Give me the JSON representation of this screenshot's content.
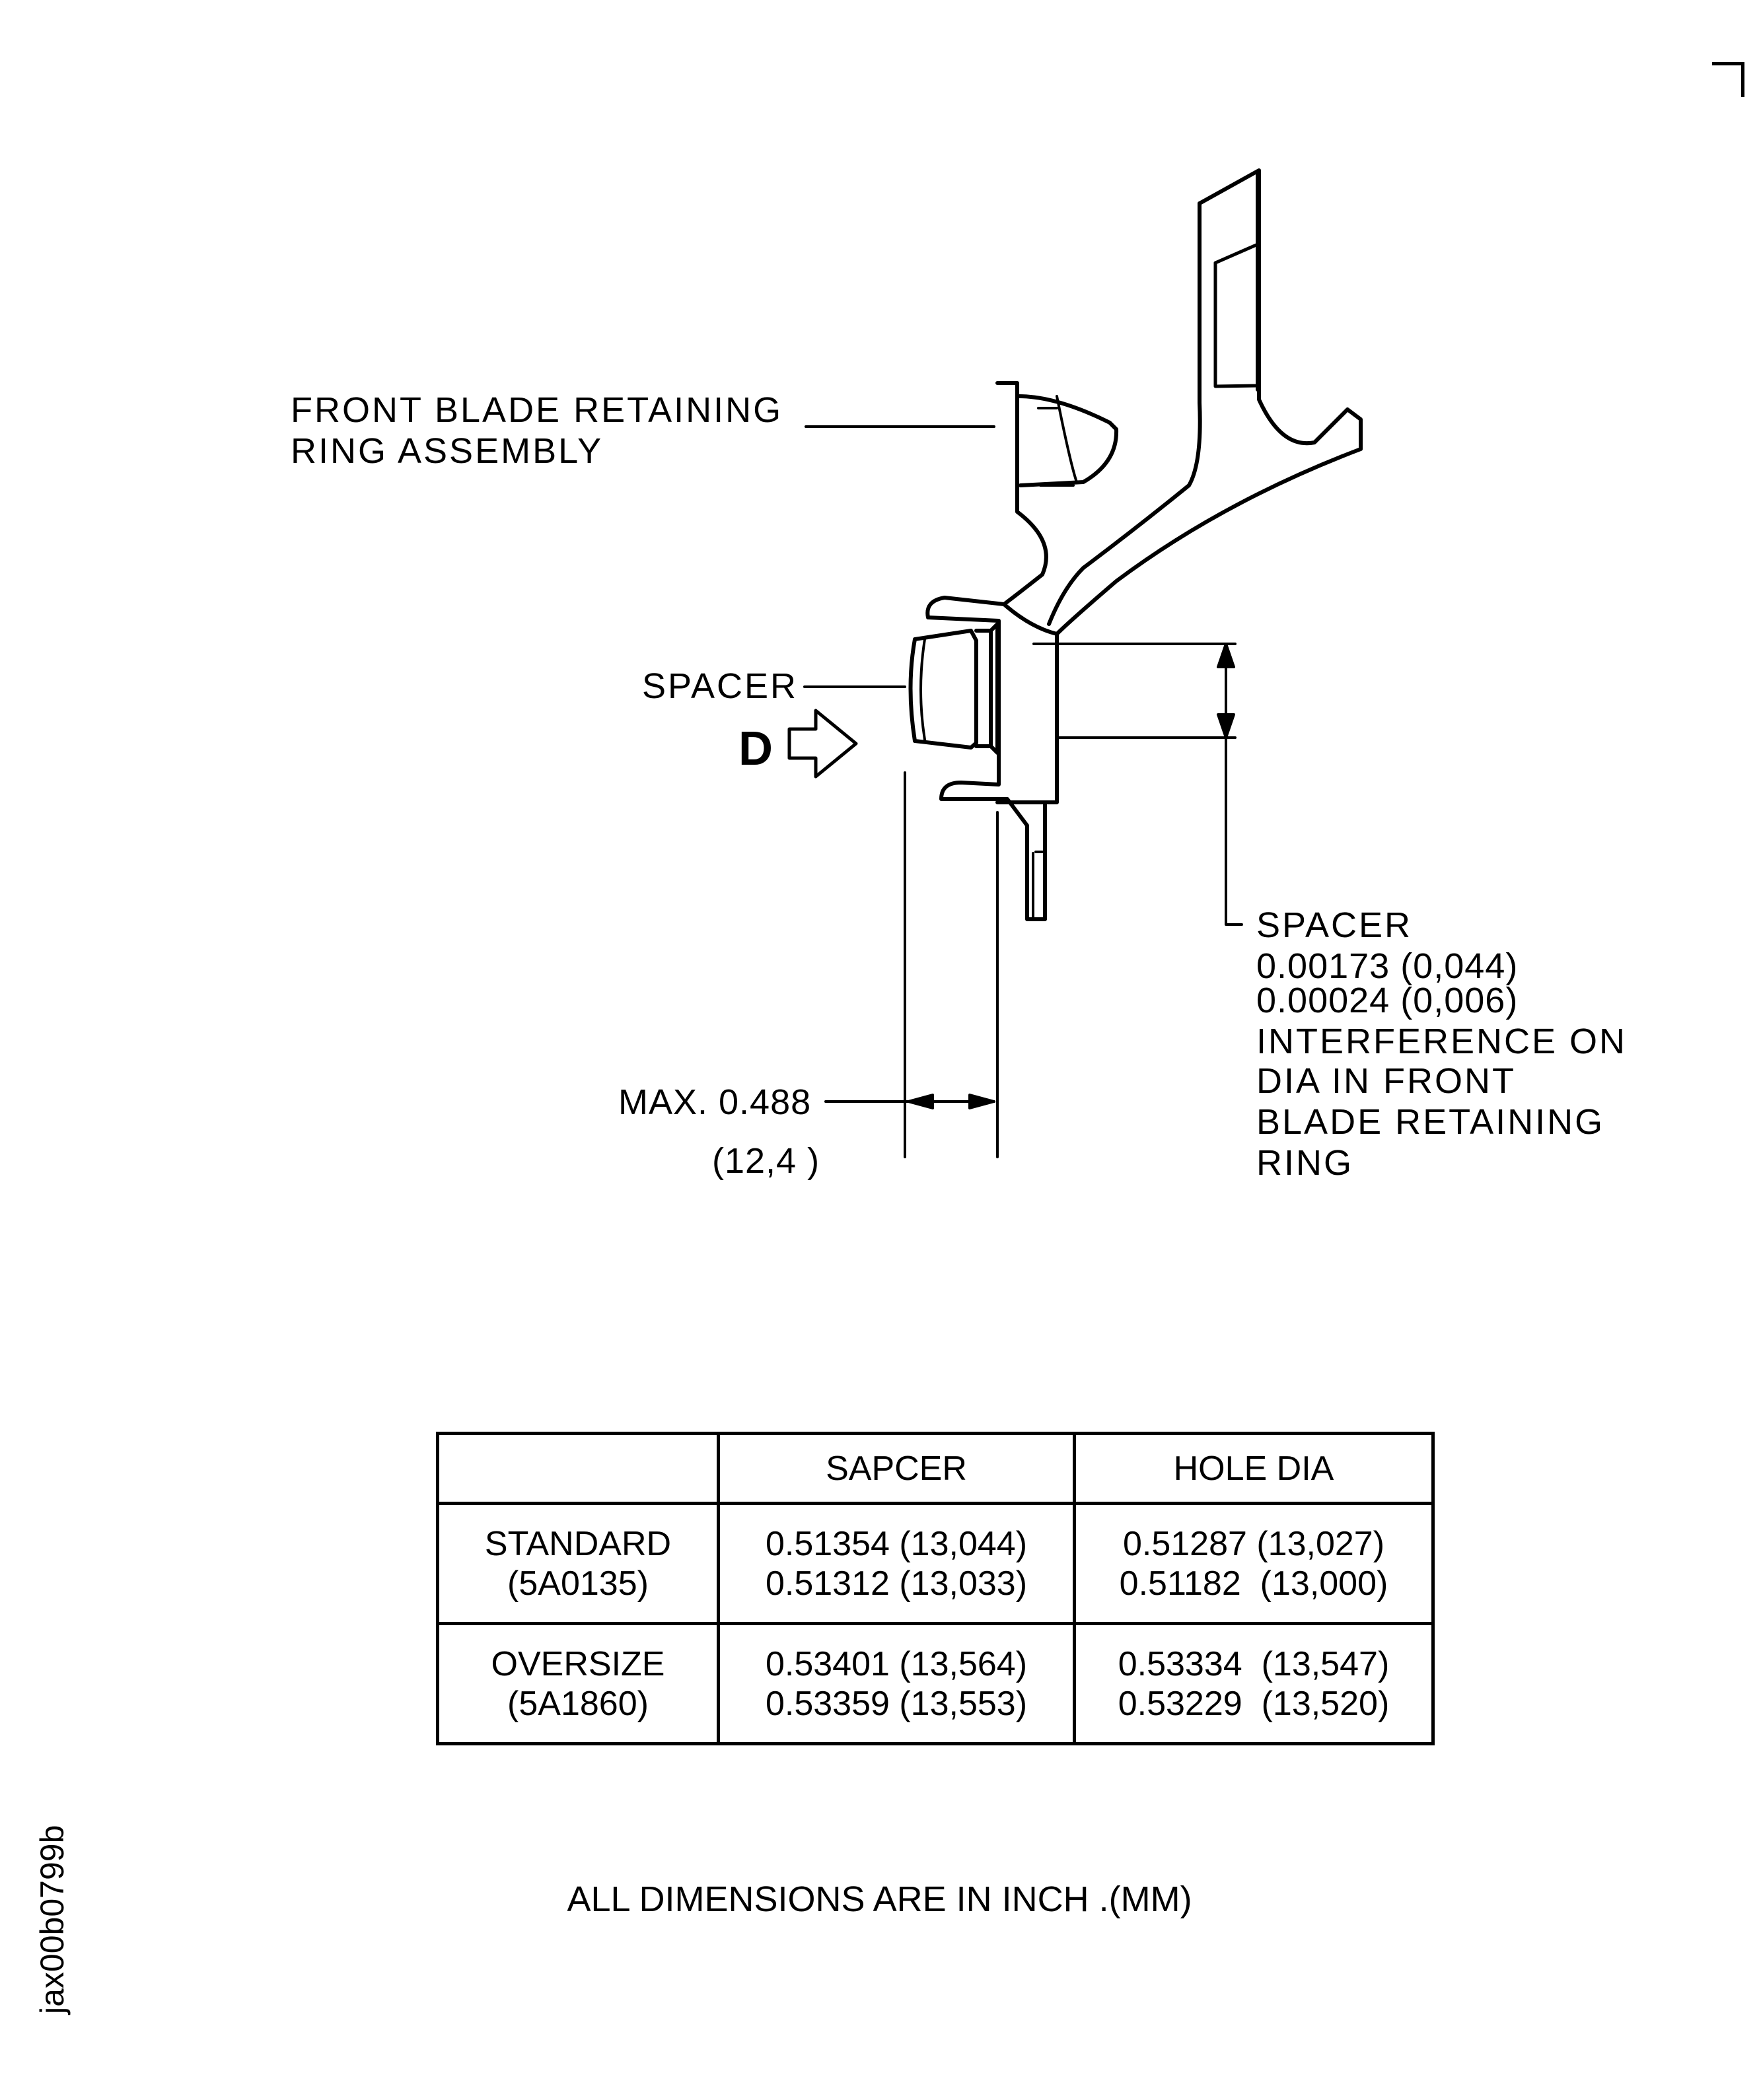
{
  "callouts": {
    "front_blade_retaining_ring": [
      "FRONT BLADE RETAINING",
      "RING ASSEMBLY"
    ],
    "spacer_left": "SPACER",
    "view_letter": "D",
    "spacer_note": [
      "SPACER",
      "0.00173 (0,044)",
      "0.00024 (0,006)",
      "INTERFERENCE ON",
      "DIA IN FRONT",
      "BLADE RETAINING",
      "RING"
    ],
    "max_dimension": "MAX. 0.488",
    "max_dimension_mm": "(12,4 )"
  },
  "table": {
    "headers": [
      "",
      "SAPCER",
      "HOLE DIA"
    ],
    "rows": [
      {
        "label": [
          "STANDARD",
          "(5A0135)"
        ],
        "spacer": [
          "0.51354 (13,044)",
          "0.51312 (13,033)"
        ],
        "hole_dia": [
          "0.51287 (13,027)",
          "0.51182  (13,000)"
        ]
      },
      {
        "label": [
          "OVERSIZE",
          "(5A1860)"
        ],
        "spacer": [
          "0.53401 (13,564)",
          "0.53359 (13,553)"
        ],
        "hole_dia": [
          "0.53334  (13,547)",
          "0.53229  (13,520)"
        ]
      }
    ]
  },
  "footer_note": "ALL DIMENSIONS ARE IN INCH .(MM)",
  "figure_id": "jax00b0799b"
}
